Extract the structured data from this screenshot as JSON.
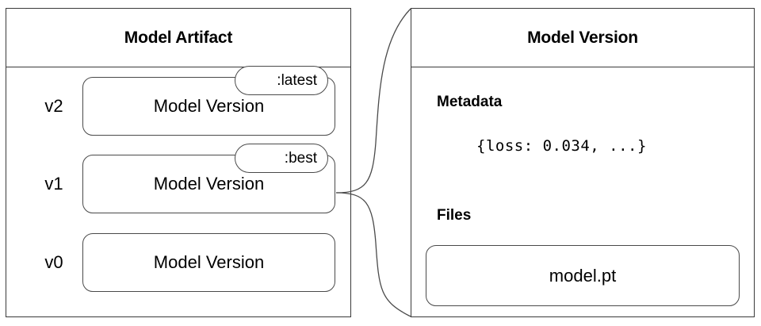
{
  "artifact_panel": {
    "title": "Model Artifact",
    "rows": [
      {
        "label": "v2",
        "box_label": "Model Version",
        "tag": ":latest"
      },
      {
        "label": "v1",
        "box_label": "Model Version",
        "tag": ":best"
      },
      {
        "label": "v0",
        "box_label": "Model Version",
        "tag": null
      }
    ]
  },
  "version_panel": {
    "title": "Model Version",
    "metadata_heading": "Metadata",
    "metadata_value": "{loss: 0.034, ...}",
    "files_heading": "Files",
    "files": [
      {
        "name": "model.pt"
      }
    ]
  },
  "style": {
    "stroke_color": "#4a4a4a",
    "panel_border_color": "#3a3a3a",
    "text_color": "#000000",
    "background": "#ffffff"
  }
}
